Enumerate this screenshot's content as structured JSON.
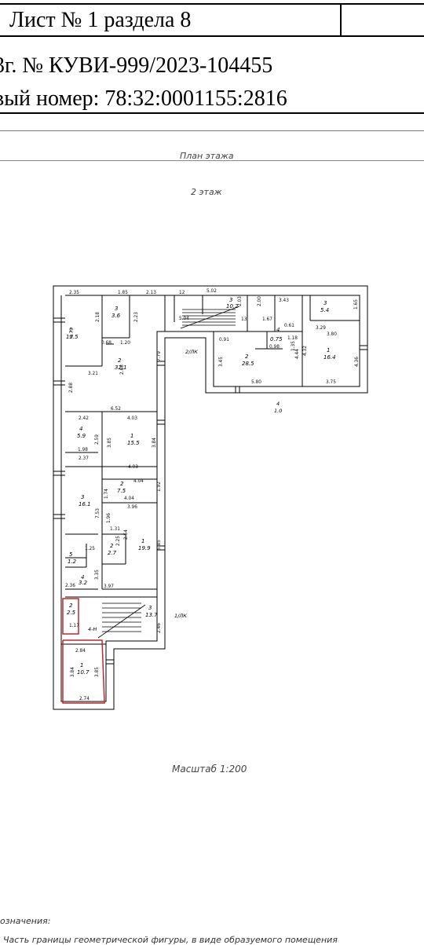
{
  "header": {
    "sheet_title": "Лист № 1 раздела 8",
    "registration_number": "3г. № КУВИ-999/2023-104455",
    "cadastral_number": "вый номер: 78:32:0001155:2816"
  },
  "plan": {
    "title": "План этажа",
    "floor_label": "2 этаж",
    "scale_label": "Масштаб 1:200",
    "labels": {
      "stair_top": "2/ЛК",
      "stair_bottom": "1/ЛК",
      "stair_inner": "4-Н",
      "corridor": "4",
      "corridor_area": "1.0"
    },
    "rooms": [
      {
        "num": "1",
        "area": "12.5"
      },
      {
        "num": "3",
        "area": "3.6"
      },
      {
        "num": "2",
        "area": "32.1"
      },
      {
        "num": "3",
        "area": "10.2"
      },
      {
        "num": "2",
        "area": "28.5"
      },
      {
        "num": "4",
        "area": "0.75"
      },
      {
        "num": "3",
        "area": "5.4"
      },
      {
        "num": "1",
        "area": "16.4"
      },
      {
        "num": "4",
        "area": "5.9"
      },
      {
        "num": "1",
        "area": "15.5"
      },
      {
        "num": "2",
        "area": "7.5"
      },
      {
        "num": "3",
        "area": "16.1"
      },
      {
        "num": "1",
        "area": "19.9"
      },
      {
        "num": "2",
        "area": "2.7"
      },
      {
        "num": "5",
        "area": "1.2"
      },
      {
        "num": "4",
        "area": "3.2"
      },
      {
        "num": "3",
        "area": "13.7"
      },
      {
        "num": "2",
        "area": "2.5"
      },
      {
        "num": "1",
        "area": "10.7"
      }
    ],
    "dimensions": [
      "2.35",
      "1.85",
      "2.13",
      "12",
      "5.02",
      "2.03",
      "2.00",
      "3.43",
      "1.65",
      "4.73",
      "2.18",
      "2.23",
      "5.04",
      "13",
      "1.67",
      "0.61",
      "3.29",
      "3.80",
      "0.68",
      "1.20",
      "2.68",
      "7.79",
      "0.91",
      "0.98",
      "1.18",
      "1.35",
      "4.44",
      "4.32",
      "4.36",
      "3.45",
      "3.21",
      "5.80",
      "3.75",
      "2.88",
      "6.52",
      "2.42",
      "4.03",
      "2.59",
      "3.85",
      "3.84",
      "1.98",
      "2.37",
      "4.03",
      "4.04",
      "1.74",
      "1.92",
      "7.53",
      "4.04",
      "3.96",
      "1.96",
      "1.31",
      "2.25",
      "2.54",
      "5.85",
      "1.25",
      "2.36",
      "3.97",
      "3.35",
      "1.17",
      "2.46",
      "2.84",
      "3.84",
      "3.85",
      "2.74"
    ]
  },
  "notes": {
    "heading": "означения:",
    "line1": "Часть границы геометрической фигуры, в виде образуемого помещения"
  }
}
